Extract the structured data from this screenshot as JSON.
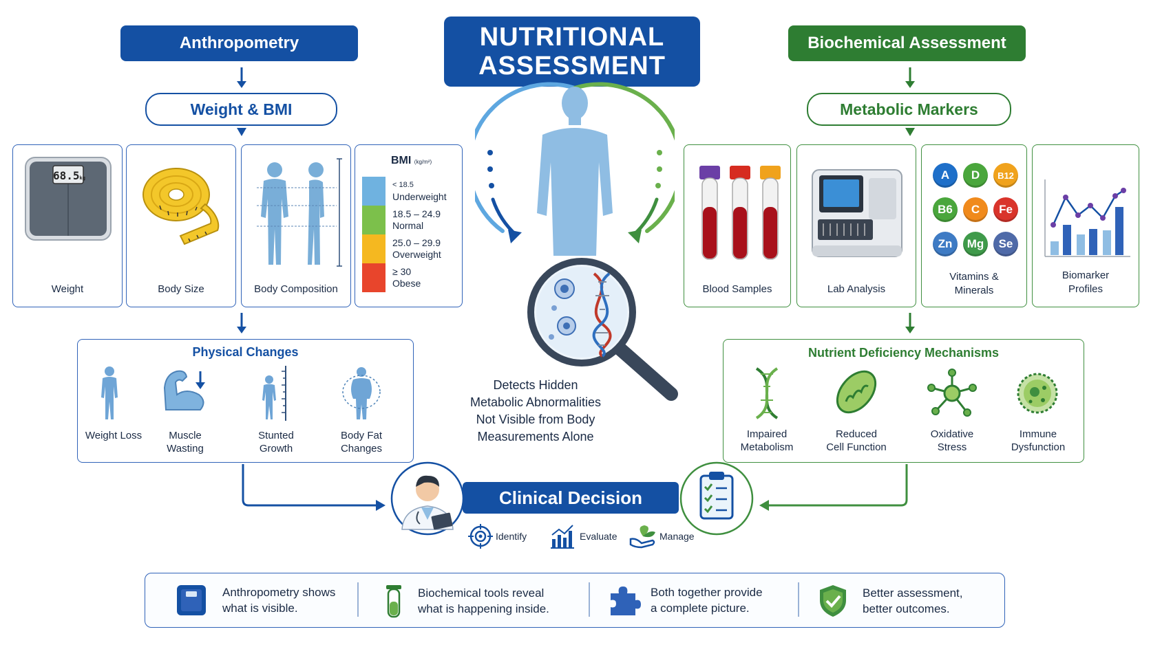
{
  "title": [
    "NUTRITIONAL",
    "ASSESSMENT"
  ],
  "left": {
    "header": "Anthropometry",
    "sub": "Weight & BMI",
    "cards": [
      "Weight",
      "Body Size",
      "Body Composition"
    ],
    "scale_reading": "68.5",
    "scale_unit": "kg",
    "bmi": {
      "title": "BMI",
      "unit": "(kg/m²)",
      "rows": [
        {
          "range": "< 18.5",
          "label": "Underweight",
          "color": "#6fb2e0"
        },
        {
          "range": "18.5 – 24.9",
          "label": "Normal",
          "color": "#7cc04b"
        },
        {
          "range": "25.0 – 29.9",
          "label": "Overweight",
          "color": "#f5b820"
        },
        {
          "range": "≥ 30",
          "label": "Obese",
          "color": "#e8452c"
        }
      ]
    },
    "changes": {
      "title": "Physical Changes",
      "items": [
        [
          "Weight Loss"
        ],
        [
          "Muscle",
          "Wasting"
        ],
        [
          "Stunted",
          "Growth"
        ],
        [
          "Body Fat",
          "Changes"
        ]
      ]
    }
  },
  "right": {
    "header": "Biochemical Assessment",
    "sub": "Metabolic Markers",
    "cards": [
      [
        "Blood Samples"
      ],
      [
        "Lab Analysis"
      ],
      [
        "Vitamins &",
        "Minerals"
      ],
      [
        "Biomarker",
        "Profiles"
      ]
    ],
    "nutrients": [
      {
        "sym": "A",
        "color": "#1e6fc9"
      },
      {
        "sym": "D",
        "color": "#4aa63c"
      },
      {
        "sym": "B12",
        "color": "#f0a21c"
      },
      {
        "sym": "B6",
        "color": "#4aa63c"
      },
      {
        "sym": "C",
        "color": "#f08a1c"
      },
      {
        "sym": "Fe",
        "color": "#d9342b"
      },
      {
        "sym": "Zn",
        "color": "#3e7bc4"
      },
      {
        "sym": "Mg",
        "color": "#3f9a4a"
      },
      {
        "sym": "Se",
        "color": "#4f6aa8"
      }
    ],
    "mechanisms": {
      "title": "Nutrient Deficiency Mechanisms",
      "items": [
        [
          "Impaired",
          "Metabolism"
        ],
        [
          "Reduced",
          "Cell Function"
        ],
        [
          "Oxidative",
          "Stress"
        ],
        [
          "Immune",
          "Dysfunction"
        ]
      ]
    }
  },
  "center_text": [
    "Detects Hidden",
    "Metabolic Abnormalities",
    "Not Visible from Body",
    "Measurements Alone"
  ],
  "decision": {
    "title": "Clinical Decision",
    "steps": [
      "Identify",
      "Evaluate",
      "Manage"
    ]
  },
  "footer": [
    [
      "Anthropometry shows",
      "what is visible."
    ],
    [
      "Biochemical tools reveal",
      "what is happening inside."
    ],
    [
      "Both together provide",
      "a complete picture."
    ],
    [
      "Better assessment,",
      "better outcomes."
    ]
  ],
  "colors": {
    "blue": "#1450a3",
    "green": "#2e7d32",
    "light_blue": "#8fbde3"
  }
}
